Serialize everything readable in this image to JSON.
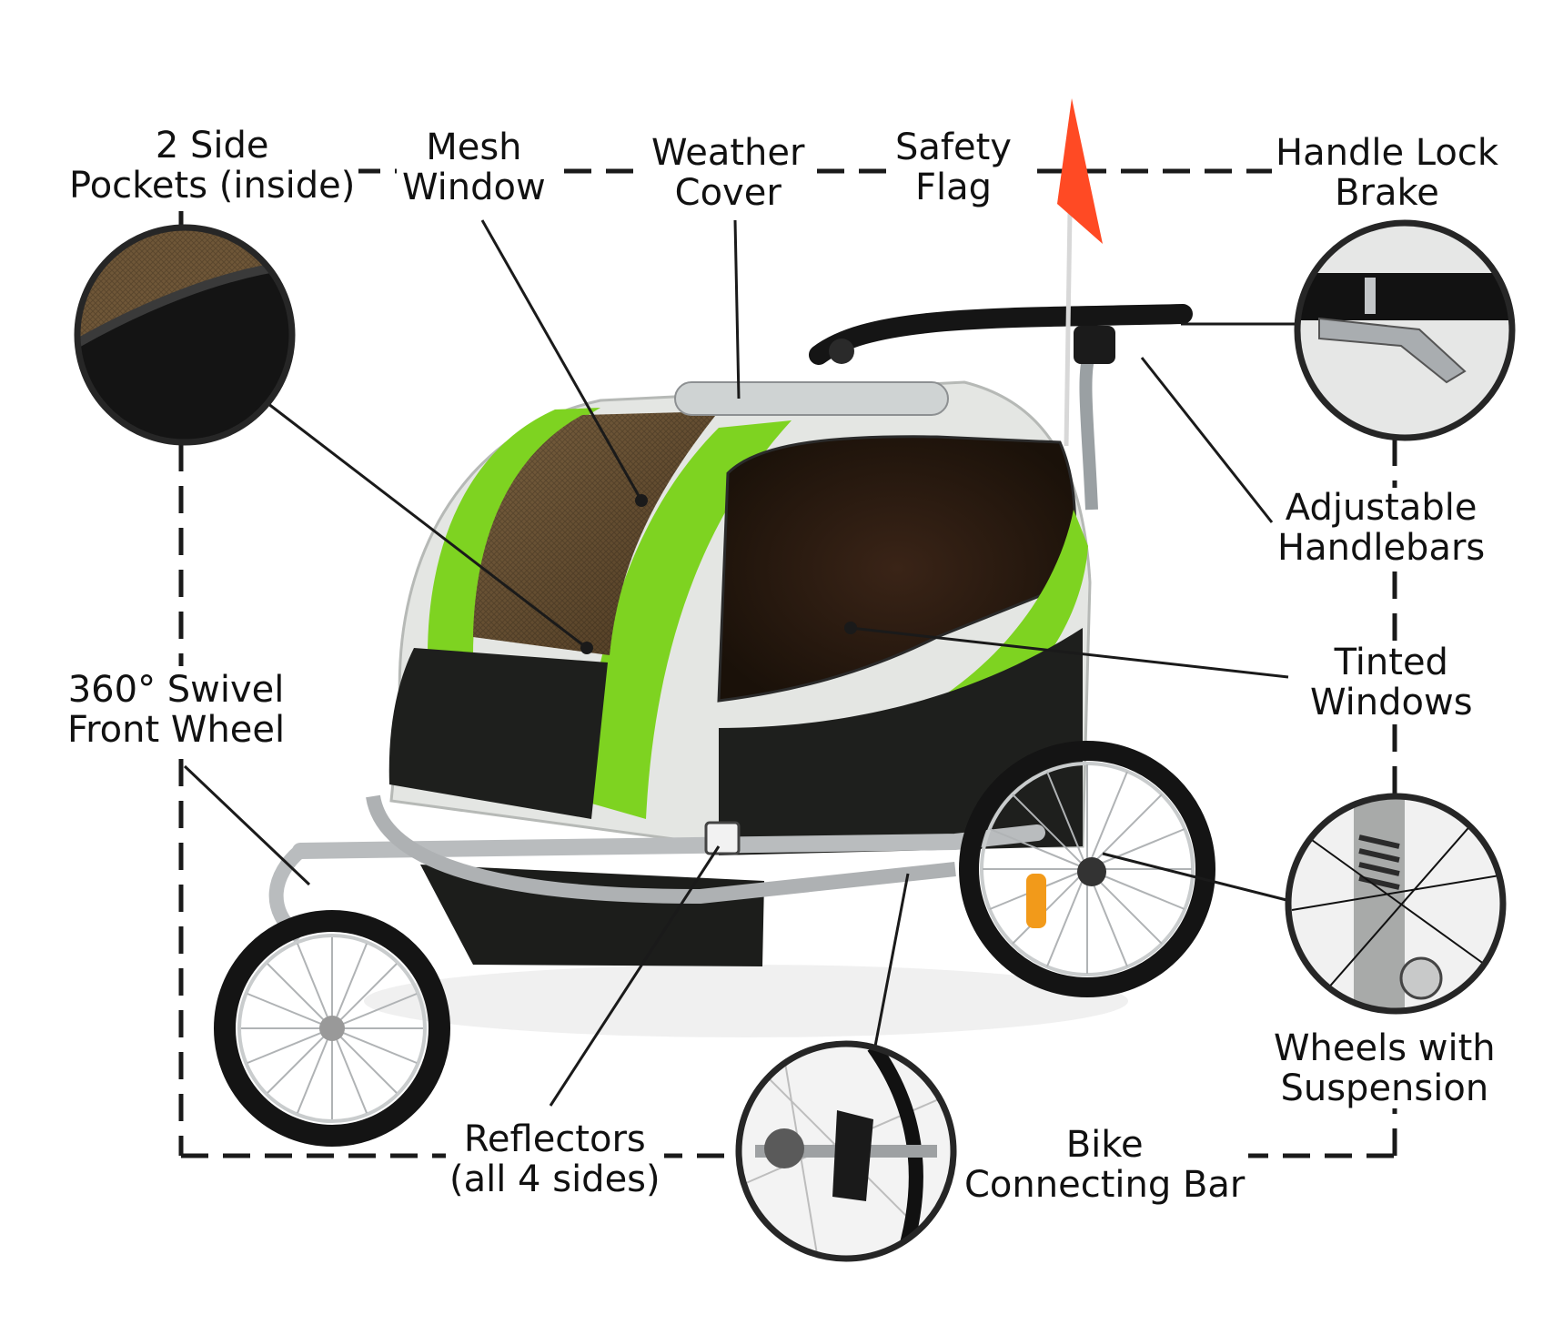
{
  "labels": {
    "side_pockets": [
      "2 Side",
      "Pockets (inside)"
    ],
    "mesh_window": [
      "Mesh",
      "Window"
    ],
    "weather_cover": [
      "Weather",
      "Cover"
    ],
    "safety_flag": [
      "Safety",
      "Flag"
    ],
    "handle_lock": [
      "Handle Lock",
      "Brake"
    ],
    "handlebars": [
      "Adjustable",
      "Handlebars"
    ],
    "tinted_windows": [
      "Tinted",
      "Windows"
    ],
    "swivel_wheel": [
      "360° Swivel",
      "Front Wheel"
    ],
    "suspension": [
      "Wheels with",
      "Suspension"
    ],
    "reflectors": [
      "Reflectors",
      "(all 4 sides)"
    ],
    "connecting_bar": [
      "Bike",
      "Connecting Bar"
    ]
  },
  "icons": {
    "pocket_detail": "side-pocket-detail-photo",
    "brake_detail": "handle-lock-brake-detail-photo",
    "suspension_detail": "wheel-suspension-detail-photo",
    "hitch_detail": "bike-connecting-bar-detail-photo",
    "product": "bike-trailer-stroller-photo"
  },
  "colors": {
    "accent_green": "#7ed321",
    "fabric_gray": "#e4e6e3",
    "fabric_black": "#1e1f1d",
    "mesh_brown": "#6b5336",
    "frame_silver": "#b9bcbe",
    "flag_orange": "#ff4a24",
    "line": "#1a1a1a"
  }
}
